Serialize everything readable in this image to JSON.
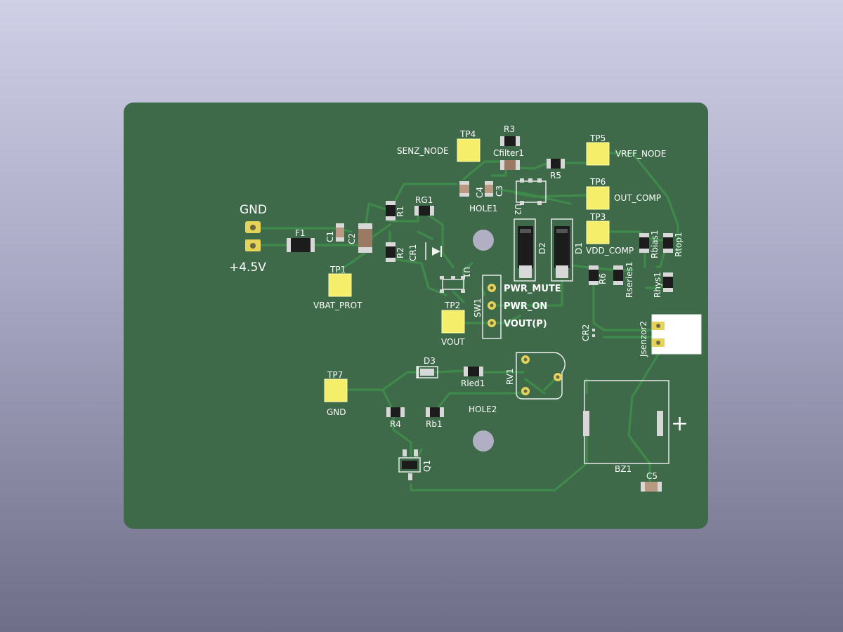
{
  "board": {
    "colors": {
      "background": "#3e6a4a",
      "trace": "#3f8a4a",
      "silkscreen": "#ffffff",
      "test_pad": "#f5ee6a",
      "hole": "#b0afc4"
    },
    "power": {
      "gnd": "GND",
      "vin": "+4.5V"
    },
    "test_points": {
      "tp1": {
        "ref": "TP1",
        "net": "VBAT_PROT"
      },
      "tp2": {
        "ref": "TP2",
        "net": "VOUT"
      },
      "tp3": {
        "ref": "TP3",
        "net": "VDD_COMP"
      },
      "tp4": {
        "ref": "TP4",
        "net": "SENZ_NODE"
      },
      "tp5": {
        "ref": "TP5",
        "net": "VREF_NODE"
      },
      "tp6": {
        "ref": "TP6",
        "net": "OUT_COMP"
      },
      "tp7": {
        "ref": "TP7",
        "net": "GND"
      }
    },
    "refs": {
      "f1": "F1",
      "c1": "C1",
      "c2": "C2",
      "c3": "C3",
      "c4": "C4",
      "c5": "C5",
      "r1": "R1",
      "r2": "R2",
      "r3": "R3",
      "r4": "R4",
      "r5": "R5",
      "r6": "R6",
      "rg1": "RG1",
      "cr1": "CR1",
      "cr2": "CR2",
      "u1": "U1",
      "u2": "U2",
      "d1": "D1",
      "d2": "D2",
      "d3": "D3",
      "sw1": "SW1",
      "q1": "Q1",
      "rv1": "RV1",
      "bz1": "BZ1",
      "rb1": "Rb1",
      "rled1": "Rled1",
      "cfilter1": "Cfilter1",
      "hole1": "HOLE1",
      "hole2": "HOLE2",
      "rbias1": "Rbias1",
      "rtop1": "Rtop1",
      "rseries1": "Rseries1",
      "rhys1": "Rhys1",
      "jsenzor2": "Jsenzor2"
    },
    "switch_labels": {
      "mute": "PWR_MUTE",
      "on": "PWR_ON",
      "vout": "VOUT(P)"
    },
    "buzzer_plus": "+"
  }
}
